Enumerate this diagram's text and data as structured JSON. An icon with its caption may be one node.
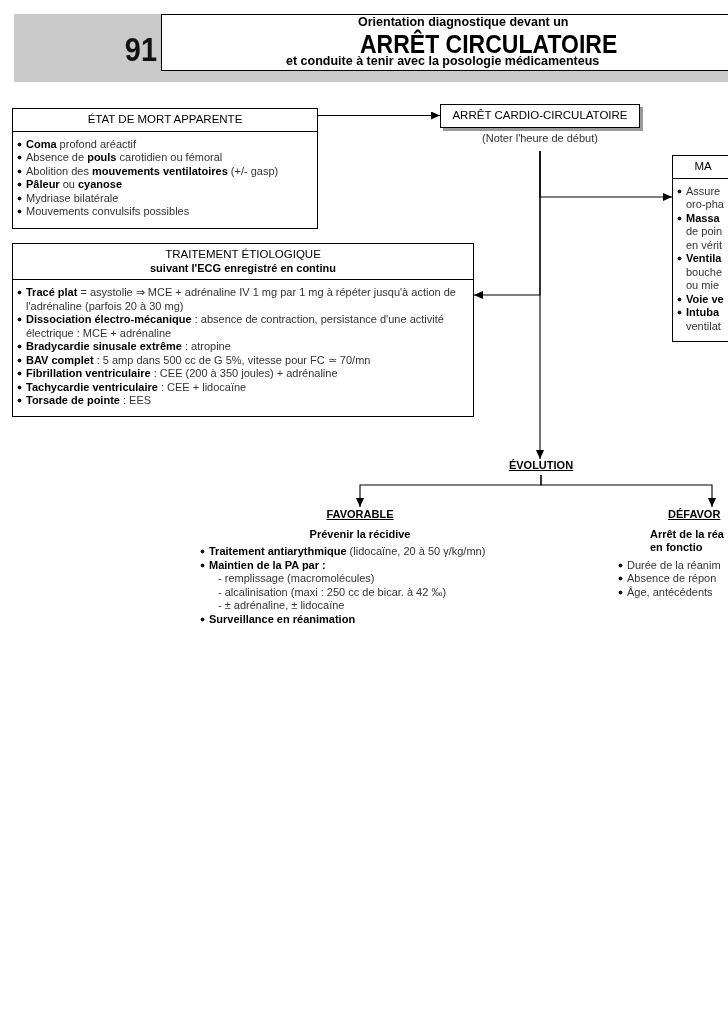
{
  "diagram": {
    "title": "ARRÊT CIRCULATOIRE",
    "nodes": [
      {
        "text": [
          "ÉTAT DE MORT APPARENTE",
          "**Coma** profond aréactif",
          "Absence de **pouls** carotidien ou fémoral",
          "Abolition des **mouvements ventilatoires** (+/- gasp)",
          "**Pâleur** ou **cyanose**",
          "Mydriase bilatérale",
          "Mouvements convulsifs possibles"
        ]
      },
      {
        "text": [
          "ARRÊT CARDIO-CIRCULATOIRE"
        ],
        "beside": [
          "(Noter l'heure de début)"
        ]
      },
      {
        "text": [
          "TRAITEMENT ÉTIOLOGIQUE",
          "suivant l'ECG enregistré en continu",
          "**Tracé plat** = asystolie ⇒ MCE + adrénaline IV 1 mg par 1 mg à répéter jusqu'à action de l'adrénaline (parfois 20 à 30 mg)",
          "**Dissociation électro-mécanique** : absence de contraction, persistance d'une activité électrique : MCE + adrénaline",
          "**Bradycardie sinusale extrême** : atropine",
          "**BAV complet** : 5 amp dans 500 cc de G 5%, vitesse pour FC ≃ 70/mn",
          "**Fibrillation ventriculaire** : CEE (200 à 350 joules) + adrénaline",
          "**Tachycardie ventriculaire** : CEE + lidocaïne",
          "**Torsade de pointe** : EES"
        ]
      },
      {
        "text": [
          "MA",
          "Assure oro-pha",
          "**Massa** de poin en vérit",
          "**Ventila** bouche ou mie",
          "Voie ve",
          "**Intuba** ventilat"
        ]
      },
      {
        "text": [
          "ÉVOLUTION"
        ]
      },
      {
        "text": [
          "FAVORABLE",
          "Prévenir la récidive",
          "**Traitement antiarythmique** (lidocaïne, 20 à 50 γ/kg/mn)",
          "Maintien de la PA par :",
          "- remplissage (macromolécules)",
          "- alcalinisation (maxi : 250 cc de bicar. à 42 ‰)",
          "- ± adrénaline, ± lidocaïne",
          "Surveillance en réanimation"
        ]
      },
      {
        "text": [
          "DÉFAVOR",
          "Arrêt de la réa en fonctio",
          "Durée de la réanim",
          "Absence de répon",
          "Âge, antécédents"
        ]
      }
    ],
    "edges": [
      {
        "from": 0,
        "to": 1,
        "arrow": "to"
      },
      {
        "from": 1,
        "to": 3,
        "arrow": "to"
      },
      {
        "from": 1,
        "to": 2,
        "arrow": "to"
      },
      {
        "from": 1,
        "to": 4,
        "arrow": "to"
      },
      {
        "from": 4,
        "to": 5,
        "arrow": "to"
      },
      {
        "from": 4,
        "to": 6,
        "arrow": "to"
      }
    ],
    "labels": [
      "91",
      "Orientation diagnostique devant un",
      "et conduite à tenir avec la posologie médicamenteus"
    ]
  }
}
